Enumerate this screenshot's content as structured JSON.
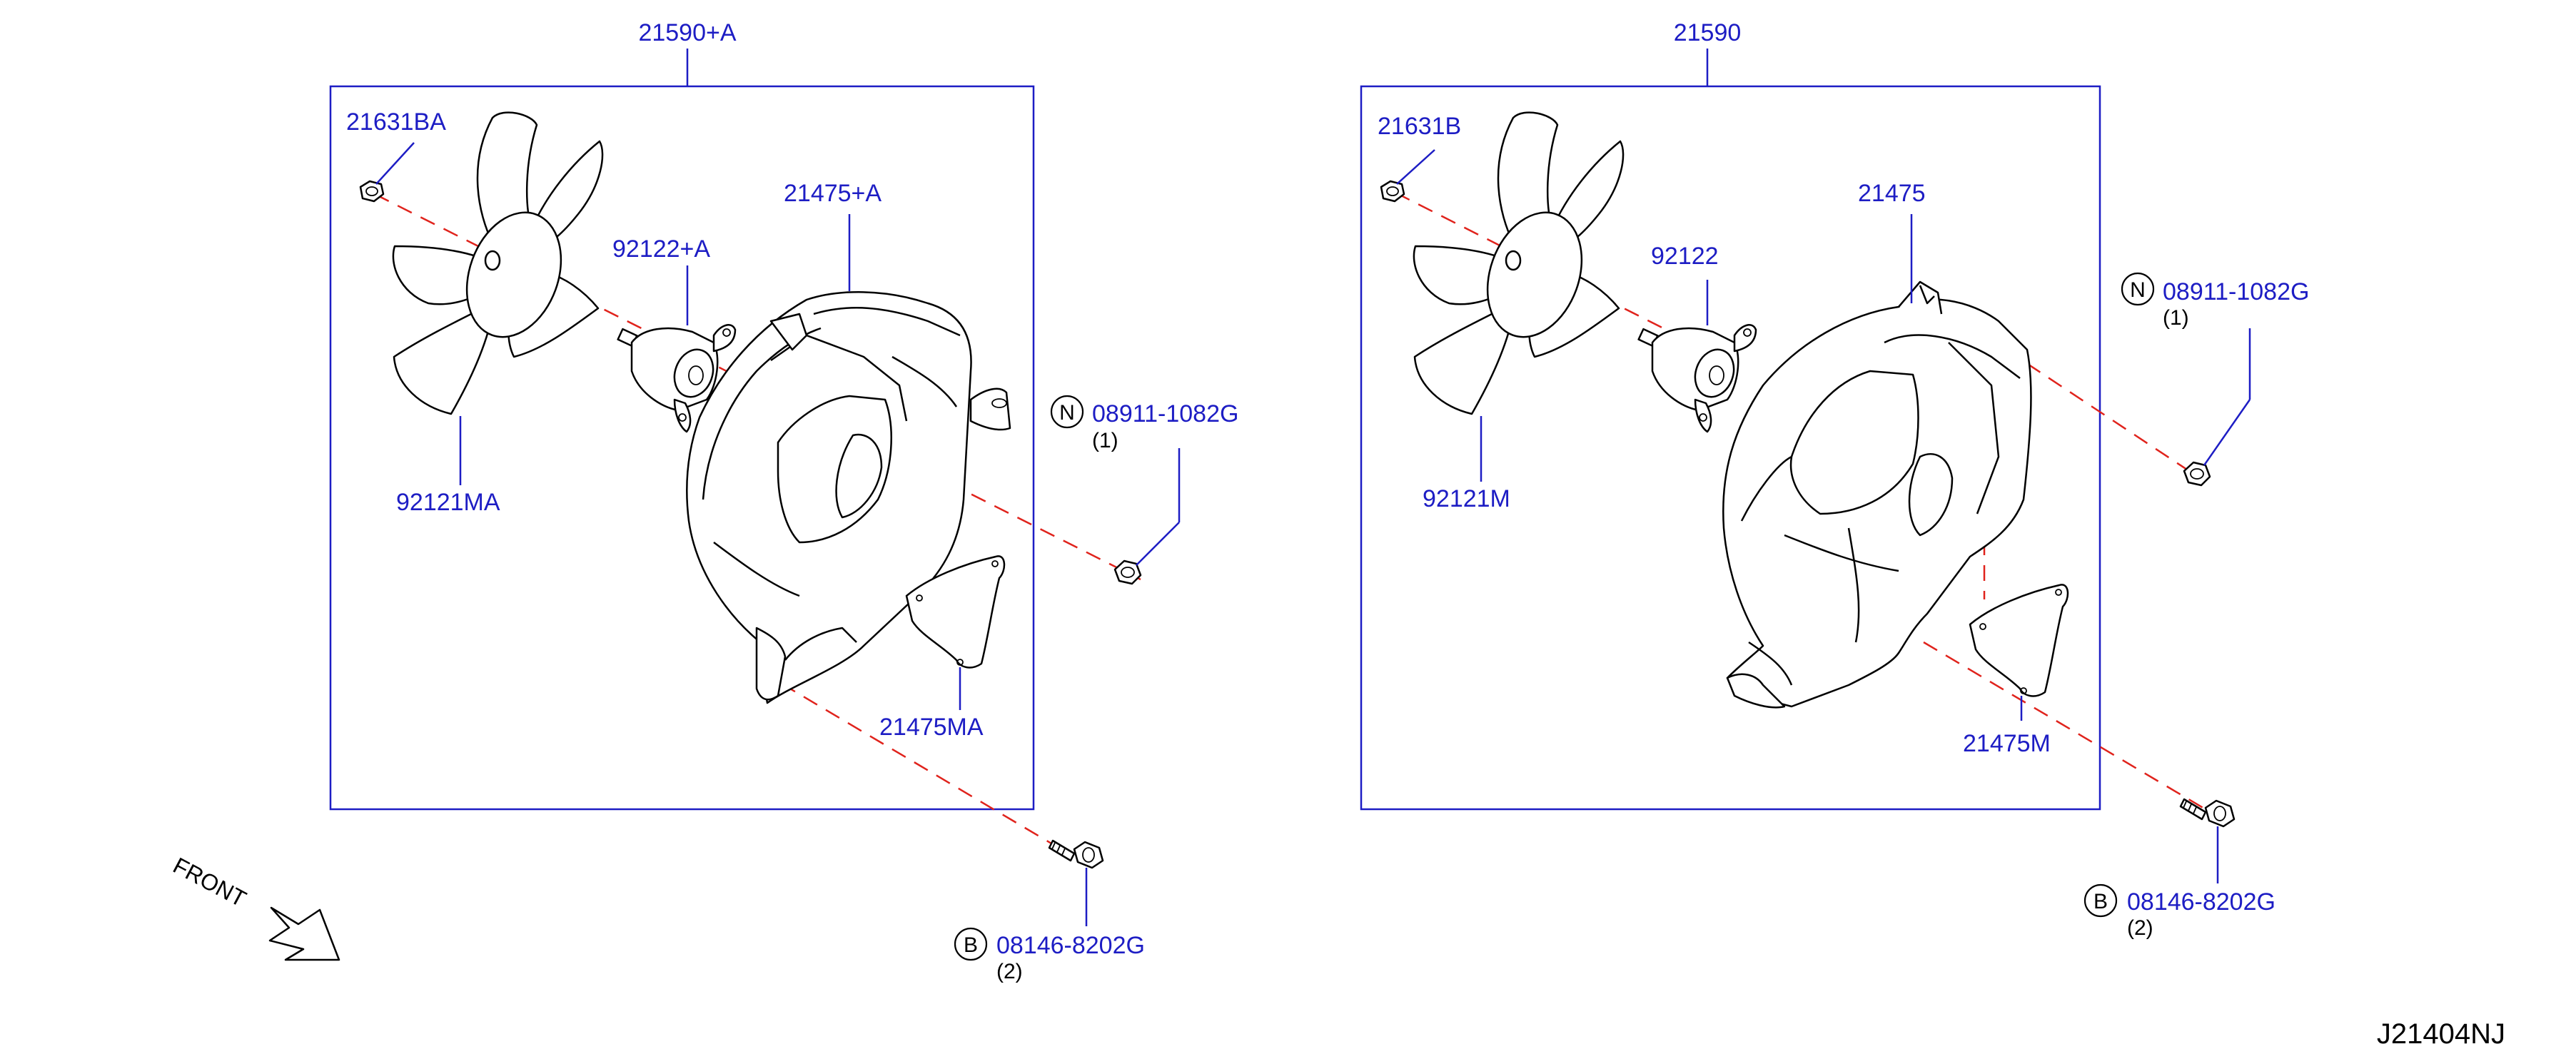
{
  "colors": {
    "label": "#1d1dc4",
    "centerline": "#e0231c",
    "line": "#000000"
  },
  "left_assembly": {
    "title": "21590+A",
    "fan_nut": "21631BA",
    "fan_blade": "92121MA",
    "motor": "92122+A",
    "shroud": "21475+A",
    "cover": "21475MA",
    "nut": {
      "circle": "N",
      "part": "08911-1082G",
      "qty": "(1)"
    },
    "bolt": {
      "circle": "B",
      "part": "08146-8202G",
      "qty": "(2)"
    }
  },
  "right_assembly": {
    "title": "21590",
    "fan_nut": "21631B",
    "fan_blade": "92121M",
    "motor": "92122",
    "shroud": "21475",
    "cover": "21475M",
    "nut": {
      "circle": "N",
      "part": "08911-1082G",
      "qty": "(1)"
    },
    "bolt": {
      "circle": "B",
      "part": "08146-8202G",
      "qty": "(2)"
    }
  },
  "front_indicator": {
    "label": "FRONT",
    "icon": "front-arrow-icon"
  },
  "diagram_code": "J21404NJ"
}
